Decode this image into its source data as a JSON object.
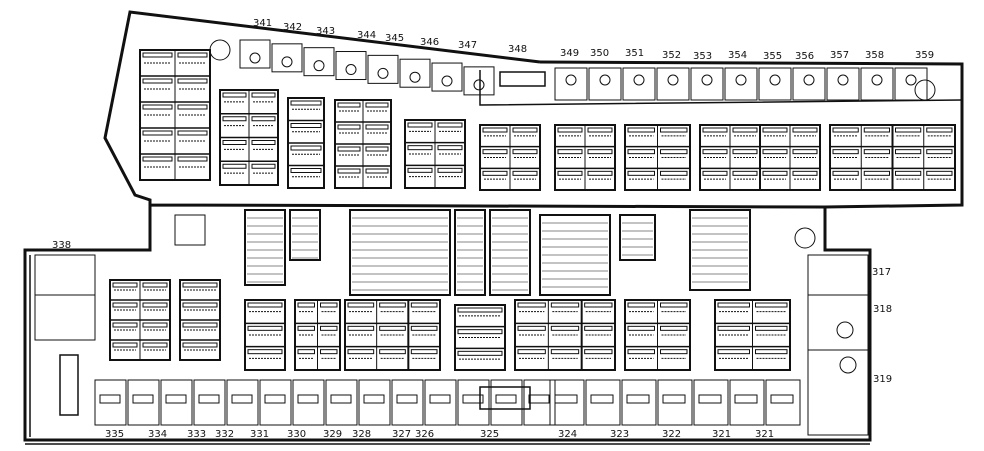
{
  "floor_plan": {
    "top_room_numbers": [
      "341",
      "342",
      "343",
      "344",
      "345",
      "346",
      "347",
      "348",
      "349",
      "350",
      "351",
      "352",
      "353",
      "354",
      "355",
      "356",
      "357",
      "358",
      "359"
    ],
    "bottom_room_numbers": [
      "335",
      "334",
      "333",
      "332",
      "331",
      "330",
      "329",
      "328",
      "327",
      "326",
      "325",
      "324",
      "323",
      "322",
      "321",
      "321"
    ],
    "right_room_numbers": [
      "317",
      "318",
      "319"
    ],
    "left_room_numbers": [
      "338"
    ],
    "line_color": "#111111",
    "background": "#ffffff"
  }
}
